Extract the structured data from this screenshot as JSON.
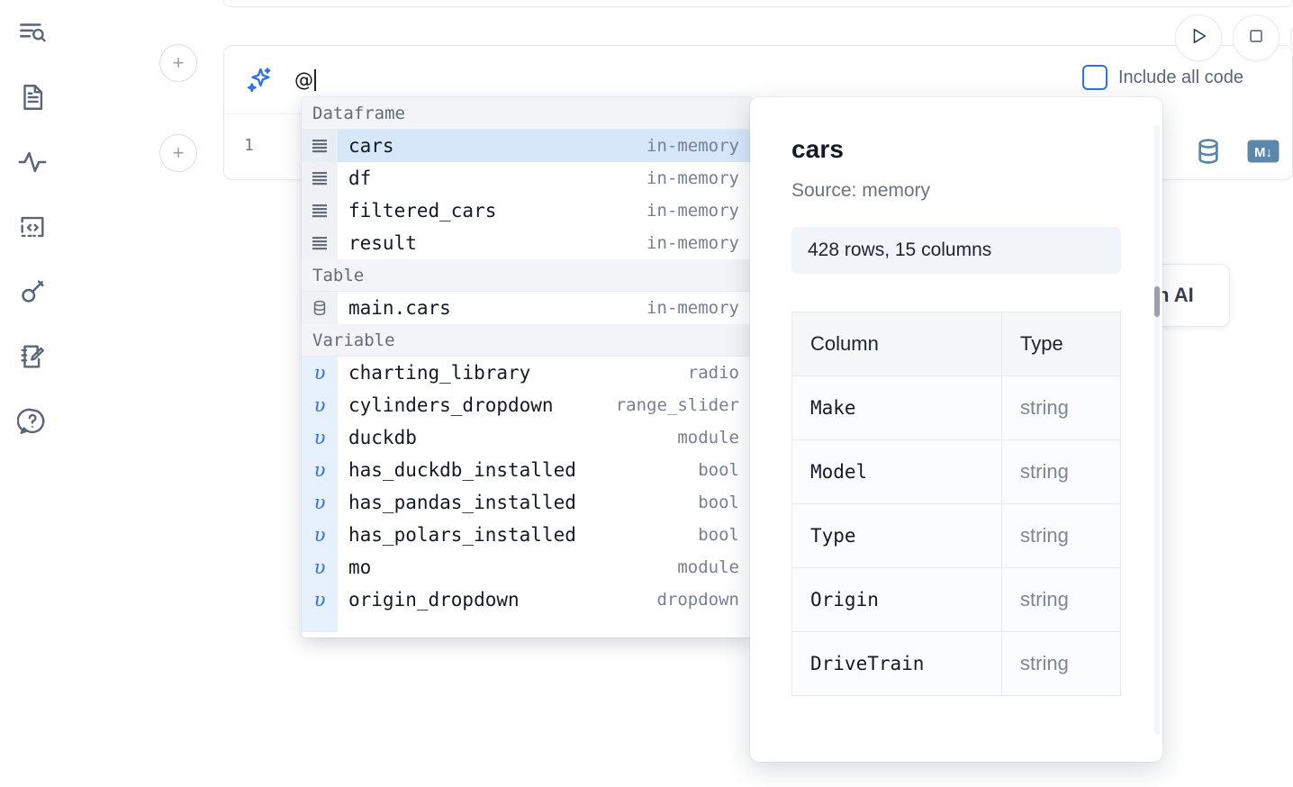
{
  "rail": {
    "items": [
      {
        "name": "explore-icon",
        "title": "Explore"
      },
      {
        "name": "notebook-file-icon",
        "title": "File explorer"
      },
      {
        "name": "activity-icon",
        "title": "Activity"
      },
      {
        "name": "code-snippets-icon",
        "title": "Snippets"
      },
      {
        "name": "secrets-key-icon",
        "title": "Secrets"
      },
      {
        "name": "scratchpad-edit-icon",
        "title": "Scratchpad"
      },
      {
        "name": "help-chat-icon",
        "title": "Help"
      }
    ]
  },
  "cell": {
    "add_button_label": "+",
    "line_number": "1",
    "ai_prompt_value": "@",
    "include_all_code_label": "Include all code",
    "run_button_label": "Run",
    "stop_button_label": "Stop",
    "database_icon_label": "database-icon",
    "markdown_icon_label": "M↓"
  },
  "ghost_button": {
    "label": "h AI"
  },
  "autocomplete": {
    "groups": [
      {
        "header": "Dataframe",
        "icon": "dataframe-rows-icon",
        "gutter_kind": "df",
        "rows": [
          {
            "name": "cars",
            "meta": "in-memory",
            "selected": true
          },
          {
            "name": "df",
            "meta": "in-memory",
            "selected": false
          },
          {
            "name": "filtered_cars",
            "meta": "in-memory",
            "selected": false
          },
          {
            "name": "result",
            "meta": "in-memory",
            "selected": false
          }
        ]
      },
      {
        "header": "Table",
        "icon": "database-icon",
        "gutter_kind": "table",
        "rows": [
          {
            "name": "main.cars",
            "meta": "in-memory",
            "selected": false
          }
        ]
      },
      {
        "header": "Variable",
        "icon": "variable-icon",
        "gutter_kind": "var",
        "rows": [
          {
            "name": "charting_library",
            "meta": "radio",
            "selected": false
          },
          {
            "name": "cylinders_dropdown",
            "meta": "range_slider",
            "selected": false
          },
          {
            "name": "duckdb",
            "meta": "module",
            "selected": false
          },
          {
            "name": "has_duckdb_installed",
            "meta": "bool",
            "selected": false
          },
          {
            "name": "has_pandas_installed",
            "meta": "bool",
            "selected": false
          },
          {
            "name": "has_polars_installed",
            "meta": "bool",
            "selected": false
          },
          {
            "name": "mo",
            "meta": "module",
            "selected": false
          },
          {
            "name": "origin_dropdown",
            "meta": "dropdown",
            "selected": false
          },
          {
            "name": "",
            "meta": "",
            "selected": false,
            "clipped": true
          }
        ]
      }
    ]
  },
  "detail": {
    "title": "cars",
    "source": "Source: memory",
    "shape": "428 rows, 15 columns",
    "table": {
      "headers": [
        "Column",
        "Type"
      ],
      "rows": [
        [
          "Make",
          "string"
        ],
        [
          "Model",
          "string"
        ],
        [
          "Type",
          "string"
        ],
        [
          "Origin",
          "string"
        ],
        [
          "DriveTrain",
          "string"
        ]
      ]
    }
  }
}
